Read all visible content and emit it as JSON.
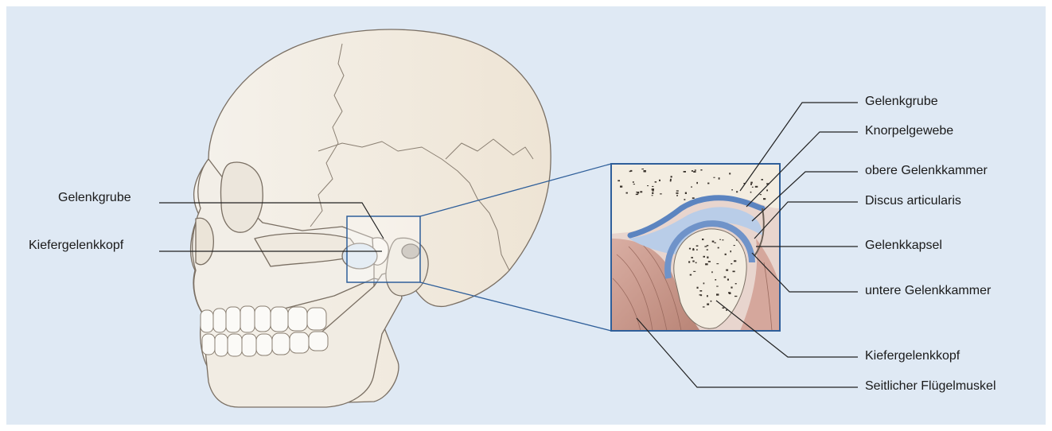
{
  "left_labels": {
    "glenoid_fossa": "Gelenkgrube",
    "condyle": "Kiefergelenkkopf"
  },
  "right_labels": {
    "glenoid_fossa": "Gelenkgrube",
    "cartilage": "Knorpelgewebe",
    "upper_joint_chamber": "obere Gelenkkammer",
    "articular_disc": "Discus articularis",
    "joint_capsule": "Gelenkkapsel",
    "lower_joint_chamber": "untere Gelenkkammer",
    "condyle": "Kiefergelenkkopf",
    "lateral_pterygoid": "Seitlicher Flügelmuskel"
  },
  "colors": {
    "background": "#dfe9f4",
    "bone": "#f0ebe1",
    "bone_outline": "#7a6f63",
    "cartilage": "#6f93c9",
    "disc": "#b9cde8",
    "muscle": "#c99a8f",
    "leader_line": "#222222",
    "inset_frame": "#2f5f9a"
  }
}
